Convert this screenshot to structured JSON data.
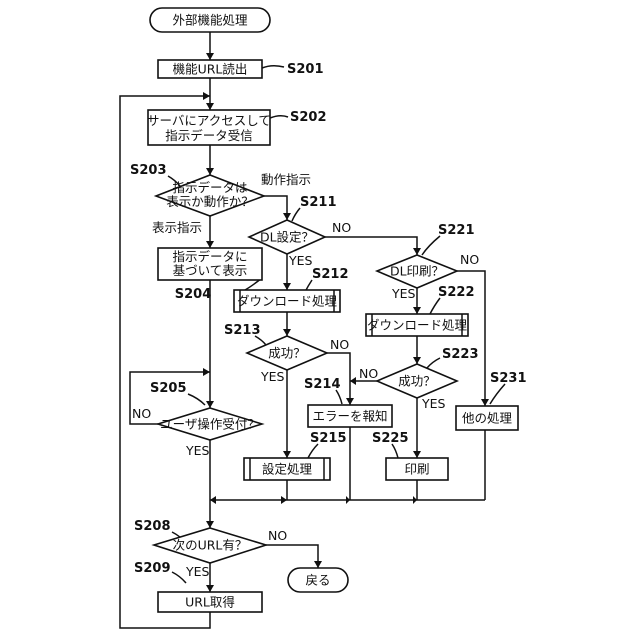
{
  "nodes": {
    "start": "外部機能処理",
    "read_url": "機能URL読出",
    "access_1": "サーバにアクセスして",
    "access_2": "指示データ受信",
    "cond_type_1": "指示データは",
    "cond_type_2": "表示か動作か？",
    "cond_dl": "DL設定？",
    "display_1": "指示データに",
    "display_2": "基づいて表示",
    "download_1": "ダウンロード処理",
    "cond_dl_print": "DL印刷？",
    "download_2": "ダウンロード処理",
    "cond_success_1": "成功？",
    "cond_success_2": "成功？",
    "error_report": "エラーを報知",
    "other_process": "他の処理",
    "cond_user_op": "ユーザ操作受付？",
    "settings_process": "設定処理",
    "print": "印刷",
    "cond_next_url": "次のURL有？",
    "end": "戻る",
    "get_url": "URL取得"
  },
  "steps": {
    "s201": "S201",
    "s202": "S202",
    "s203": "S203",
    "s204": "S204",
    "s205": "S205",
    "s208": "S208",
    "s209": "S209",
    "s211": "S211",
    "s212": "S212",
    "s213": "S213",
    "s214": "S214",
    "s215": "S215",
    "s221": "S221",
    "s222": "S222",
    "s223": "S223",
    "s225": "S225",
    "s231": "S231"
  },
  "edges": {
    "action": "動作指示",
    "display": "表示指示",
    "yes": "YES",
    "no": "NO"
  }
}
